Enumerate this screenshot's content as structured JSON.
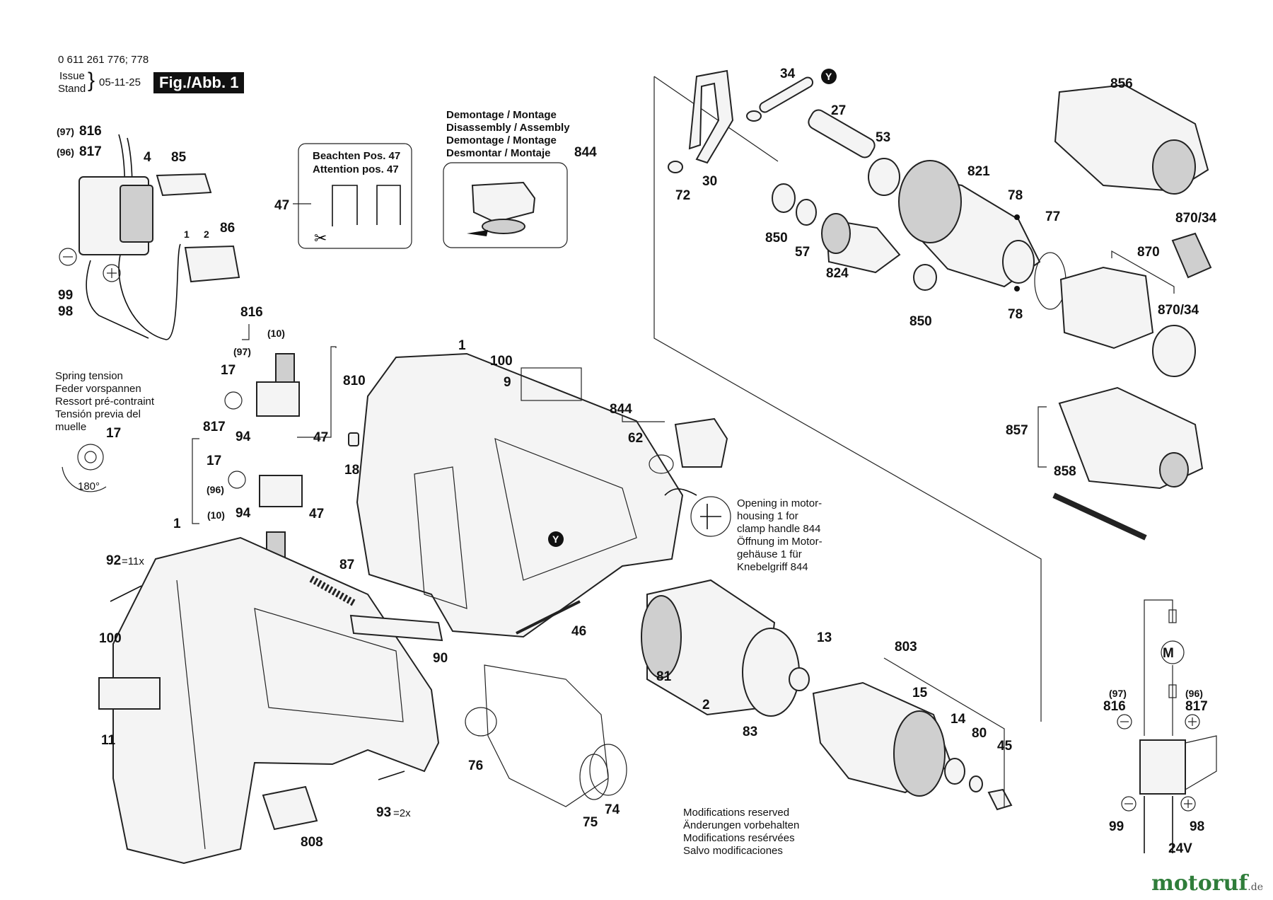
{
  "header": {
    "part_number": "0 611 261 776; 778",
    "issue_label_1": "Issue",
    "issue_label_2": "Stand",
    "issue_date": "05-11-25",
    "figure": "Fig./Abb. 1"
  },
  "notes": {
    "spring_tension": [
      "Spring tension",
      "Feder vorspannen",
      "Ressort pré-contraint",
      "Tensión previa del",
      "muelle"
    ],
    "spring_angle": "180°",
    "disassembly": [
      "Demontage / Montage",
      "Disassembly / Assembly",
      "Demontage / Montage",
      "Desmontar / Montaje"
    ],
    "attention": [
      "Beachten Pos. 47",
      "Attention pos. 47"
    ],
    "opening": [
      "Opening in motor-",
      "housing 1 for",
      "clamp handle 844",
      "Öffnung im Motor-",
      "gehäuse 1 für",
      "Knebelgriff 844"
    ],
    "modifications": [
      "Modifications reserved",
      "Änderungen vorbehalten",
      "Modifications resérvées",
      "Salvo modificaciones"
    ]
  },
  "labels": {
    "p816a": "816",
    "p817a": "817",
    "p97a": "(97)",
    "p96a": "(96)",
    "p4": "4",
    "p85": "85",
    "p86": "86",
    "p99": "99",
    "p98": "98",
    "p47a": "47",
    "p844a": "844",
    "p34": "34",
    "p27": "27",
    "p53": "53",
    "p72": "72",
    "p30": "30",
    "p850a": "850",
    "p57": "57",
    "p824": "824",
    "p850b": "850",
    "p821": "821",
    "p78a": "78",
    "p78b": "78",
    "p77": "77",
    "p856": "856",
    "p870_34a": "870/34",
    "p870": "870",
    "p870_34b": "870/34",
    "p857": "857",
    "p858": "858",
    "p816b": "816",
    "p97b": "(97)",
    "p10a": "(10)",
    "p17a": "17",
    "p810": "810",
    "p94a": "94",
    "p47b": "47",
    "p817b": "817",
    "p17b": "17",
    "p96b": "(96)",
    "p94b": "94",
    "p47c": "47",
    "p10b": "(10)",
    "p17c": "17",
    "p1a": "1",
    "p100a": "100",
    "p9": "9",
    "p18": "18",
    "p844b": "844",
    "p62": "62",
    "Y1": "Y",
    "Y2": "Y",
    "p1b": "1",
    "p92": "92",
    "x11": "=11x",
    "p100b": "100",
    "p11": "11",
    "p87": "87",
    "p90": "90",
    "p46": "46",
    "p93": "93",
    "x2": "=2x",
    "p808": "808",
    "p76": "76",
    "p75": "75",
    "p74": "74",
    "p81": "81",
    "p2": "2",
    "p83": "83",
    "p13": "13",
    "p803": "803",
    "p15": "15",
    "p14": "14",
    "p80": "80",
    "p45": "45",
    "w97": "(97)",
    "w816": "816",
    "w96": "(96)",
    "w817": "817",
    "w99": "99",
    "w98": "98",
    "w24": "24V",
    "wM": "M",
    "pin1": "1",
    "pin2": "2"
  },
  "brand": {
    "name": "motoruf",
    "tld": ".de"
  }
}
